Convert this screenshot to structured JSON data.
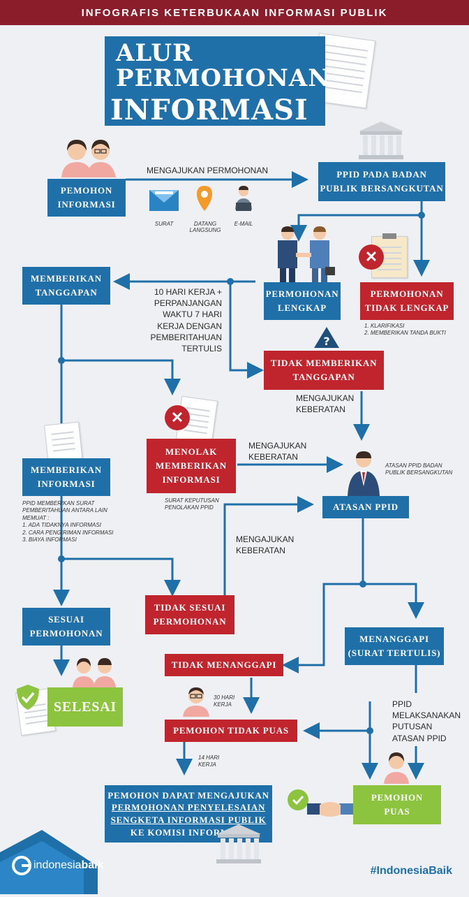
{
  "header": {
    "title": "INFOGRAFIS KETERBUKAAN INFORMASI PUBLIK"
  },
  "main_title": {
    "line1": "ALUR",
    "line2": "PERMOHONAN",
    "line3": "INFORMASI"
  },
  "nodes": {
    "pemohon": {
      "l1": "PEMOHON",
      "l2": "INFORMASI"
    },
    "ppid_badan": {
      "l1": "PPID PADA BADAN",
      "l2": "PUBLIK BERSANGKUTAN"
    },
    "permohonan_lengkap": {
      "l1": "PERMOHONAN",
      "l2": "LENGKAP"
    },
    "permohonan_tidak_lengkap": {
      "l1": "PERMOHONAN",
      "l2": "TIDAK LENGKAP"
    },
    "memberikan_tanggapan": {
      "l1": "MEMBERIKAN",
      "l2": "TANGGAPAN"
    },
    "tidak_memberikan_tanggapan": {
      "l1": "TIDAK MEMBERIKAN",
      "l2": "TANGGAPAN"
    },
    "memberikan_informasi": {
      "l1": "MEMBERIKAN",
      "l2": "INFORMASI"
    },
    "menolak": {
      "l1": "MENOLAK",
      "l2": "MEMBERIKAN",
      "l3": "INFORMASI"
    },
    "atasan_ppid": {
      "l1": "ATASAN PPID"
    },
    "tidak_sesuai": {
      "l1": "TIDAK SESUAI",
      "l2": "PERMOHONAN"
    },
    "sesuai": {
      "l1": "SESUAI",
      "l2": "PERMOHONAN"
    },
    "selesai": {
      "l1": "SELESAI"
    },
    "menanggapi": {
      "l1": "MENANGGAPI",
      "l2": "(SURAT TERTULIS)"
    },
    "tidak_menanggapi": {
      "l1": "TIDAK MENANGGAPI"
    },
    "pemohon_tidak_puas": {
      "l1": "PEMOHON TIDAK PUAS"
    },
    "pemohon_puas": {
      "l1": "PEMOHON",
      "l2": "PUAS"
    },
    "komisi": {
      "l1": "PEMOHON DAPAT MENGAJUKAN",
      "l2": "PERMOHONAN PENYELESAIAN",
      "l3": "SENGKETA INFORMASI PUBLIK",
      "l4": "KE KOMISI INFORMASI"
    }
  },
  "labels": {
    "mengajukan_permohonan": "MENGAJUKAN PERMOHONAN",
    "channel_surat": "SURAT",
    "channel_datang_1": "DATANG",
    "channel_datang_2": "LANGSUNG",
    "channel_email": "E-MAIL",
    "waktu": [
      "10 HARI KERJA +",
      "PERPANJANGAN",
      "WAKTU 7 HARI",
      "KERJA DENGAN",
      "PEMBERITAHUAN",
      "TERTULIS"
    ],
    "tidak_lengkap_notes": [
      "1. KLARIFIKASI",
      "2. MEMBERIKAN TANDA BUKTI"
    ],
    "keberatan_a": [
      "MENGAJUKAN",
      "KEBERATAN"
    ],
    "keberatan_b": [
      "MENGAJUKAN",
      "KEBERATAN"
    ],
    "keberatan_c": [
      "MENGAJUKAN",
      "KEBERATAN"
    ],
    "atasan_caption": [
      "ATASAN PPID BADAN",
      "PUBLIK BERSANGKUTAN"
    ],
    "surat_keputusan": [
      "SURAT KEPUTUSAN",
      "PENOLAKAN PPID"
    ],
    "ppid_notes": [
      "PPID MEMBERIKAN SURAT",
      "PEMBERITAHUAN ANTARA LAIN",
      "MEMUAT :",
      "1. ADA TIDAKNYA INFORMASI",
      "2. CARA PENGIRIMAN INFORMASI",
      "3. BIAYA INFORMASI"
    ],
    "hari_30": [
      "30 HARI",
      "KERJA"
    ],
    "hari_14": [
      "14 HARI",
      "KERJA"
    ],
    "ppid_melaksanakan": [
      "PPID",
      "MELAKSANAKAN",
      "PUTUSAN",
      "ATASAN PPID"
    ]
  },
  "footer": {
    "logo_text_1": "indonesia",
    "logo_text_2": "baik",
    "hashtag": "#IndonesiaBaik"
  },
  "colors": {
    "blue": "#1f6fa9",
    "red": "#c0252e",
    "green": "#8cc43f",
    "header": "#8b1c2a"
  }
}
